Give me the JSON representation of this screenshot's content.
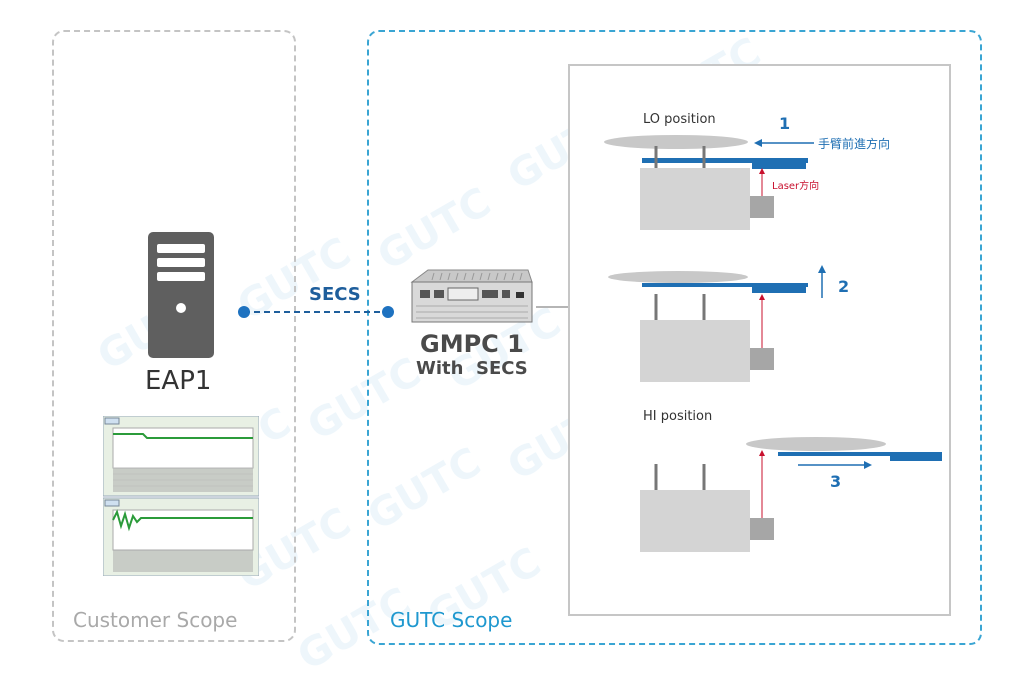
{
  "customer_scope": {
    "label": "Customer Scope"
  },
  "gutc_scope": {
    "label": "GUTC Scope"
  },
  "server": {
    "name": "EAP1"
  },
  "link": {
    "label": "SECS"
  },
  "gmpc": {
    "name": "GMPC 1",
    "sub": "With  SECS"
  },
  "stages": [
    {
      "position_label": "LO position",
      "step": "1",
      "arm_direction": "手臂前進方向",
      "laser_direction": "Laser方向"
    },
    {
      "step": "2"
    },
    {
      "position_label": "HI position",
      "step": "3"
    }
  ],
  "watermark": "GUTC",
  "colors": {
    "blue": "#1f6fb3",
    "gutc_border": "#3aa5d3",
    "laser": "#c8102e"
  }
}
